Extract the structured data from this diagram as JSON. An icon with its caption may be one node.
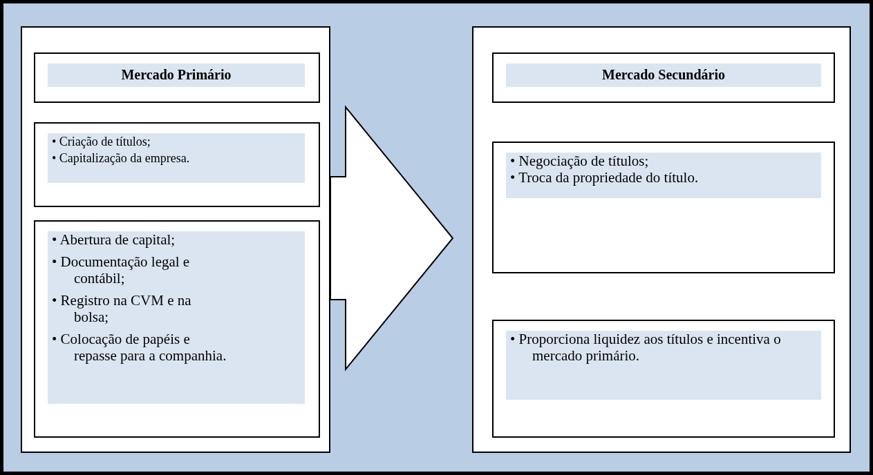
{
  "diagram": {
    "nodes": [
      {
        "text": [],
        "shape": "box"
      },
      {
        "text": [
          "Mercado Primário"
        ],
        "in": 0
      },
      {
        "text": [
          "• Criação de títulos;",
          "• Capitalização da empresa."
        ],
        "in": 0
      },
      {
        "text": [
          "• Abertura de capital;",
          "• Documentação legal e contábil;",
          "• Registro na CVM e na bolsa;",
          "• Colocação de papéis e repasse para a companhia."
        ],
        "in": 0
      },
      {
        "text": [],
        "shape": "box"
      },
      {
        "text": [
          "Mercado Secundário"
        ],
        "in": 4
      },
      {
        "text": [
          "• Negociação de títulos;",
          "• Troca da propriedade do título."
        ],
        "in": 4
      },
      {
        "text": [
          "• Proporciona liquidez aos títulos e incentiva o mercado primário."
        ],
        "in": 4
      }
    ],
    "edges": [
      {
        "from": 0,
        "to": 4,
        "arrow": "to",
        "style": "thick"
      }
    ]
  }
}
